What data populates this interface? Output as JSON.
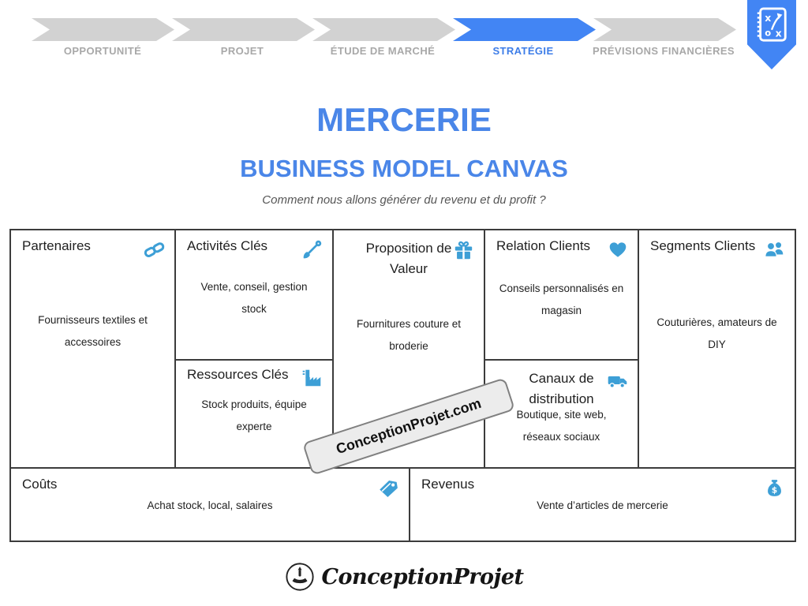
{
  "process_bar": {
    "steps": [
      {
        "label": "OPPORTUNITÉ",
        "active": false
      },
      {
        "label": "PROJET",
        "active": false
      },
      {
        "label": "ÉTUDE DE MARCHÉ",
        "active": false
      },
      {
        "label": "STRATÉGIE",
        "active": true
      },
      {
        "label": "PRÉVISIONS FINANCIÈRES",
        "active": false
      }
    ],
    "ribbon_icon": "strategy-plan-icon"
  },
  "header": {
    "title": "MERCERIE",
    "subtitle": "BUSINESS MODEL CANVAS",
    "tagline": "Comment nous allons générer du revenu et du profit ?"
  },
  "canvas": {
    "partenaires": {
      "title": "Partenaires",
      "icon": "chain-link-icon",
      "content": "Fournisseurs textiles et accessoires"
    },
    "activites": {
      "title": "Activités Clés",
      "icon": "shovel-icon",
      "content": "Vente, conseil, gestion stock"
    },
    "ressources": {
      "title": "Ressources Clés",
      "icon": "factory-icon",
      "content": "Stock produits, équipe experte"
    },
    "proposition": {
      "title": "Proposition de Valeur",
      "icon": "gift-icon",
      "content": "Fournitures couture et broderie"
    },
    "relation": {
      "title": "Relation Clients",
      "icon": "heart-icon",
      "content": "Conseils personnalisés en magasin"
    },
    "canaux": {
      "title": "Canaux de distribution",
      "icon": "truck-icon",
      "content": "Boutique, site web, réseaux sociaux"
    },
    "segments": {
      "title": "Segments Clients",
      "icon": "users-icon",
      "content": "Couturières, amateurs de DIY"
    },
    "couts": {
      "title": "Coûts",
      "icon": "price-tag-icon",
      "content": "Achat stock, local, salaires"
    },
    "revenus": {
      "title": "Revenus",
      "icon": "money-bag-icon",
      "content": "Vente d’articles de mercerie"
    }
  },
  "watermark": {
    "text": "ConceptionProjet.com"
  },
  "footer": {
    "brand": "ConceptionProjet",
    "icon": "hand-rocket-logo-icon"
  },
  "colors": {
    "accent_blue_title": "#4a86e8",
    "chevron_active": "#4285f4",
    "chevron_inactive": "#d2d2d2",
    "step_label_gray": "#a8a8a8",
    "icon_blue": "#3d9fd6",
    "grid_border": "#3c3c3c",
    "watermark_bg": "#ececec"
  }
}
